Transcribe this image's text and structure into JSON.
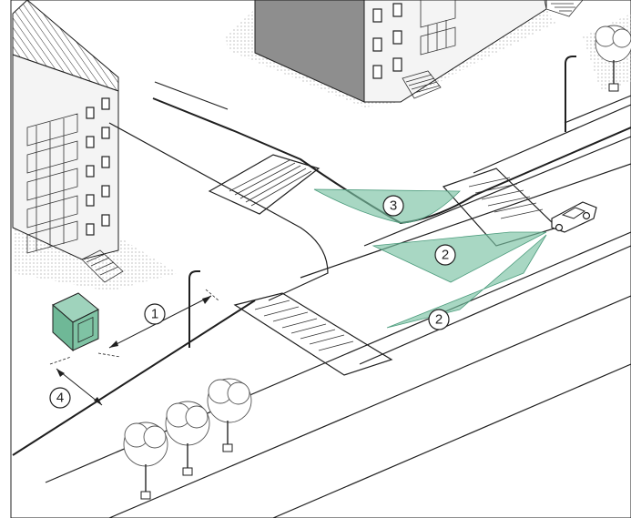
{
  "colors": {
    "sight_area": "#79c2a3",
    "cabinet": "#7fc3a4",
    "building_dark": "#8e8e8e",
    "line": "#1f1f1f"
  },
  "callouts": {
    "one": "1",
    "two_upper": "2",
    "two_lower": "2",
    "three": "3",
    "four": "4"
  }
}
